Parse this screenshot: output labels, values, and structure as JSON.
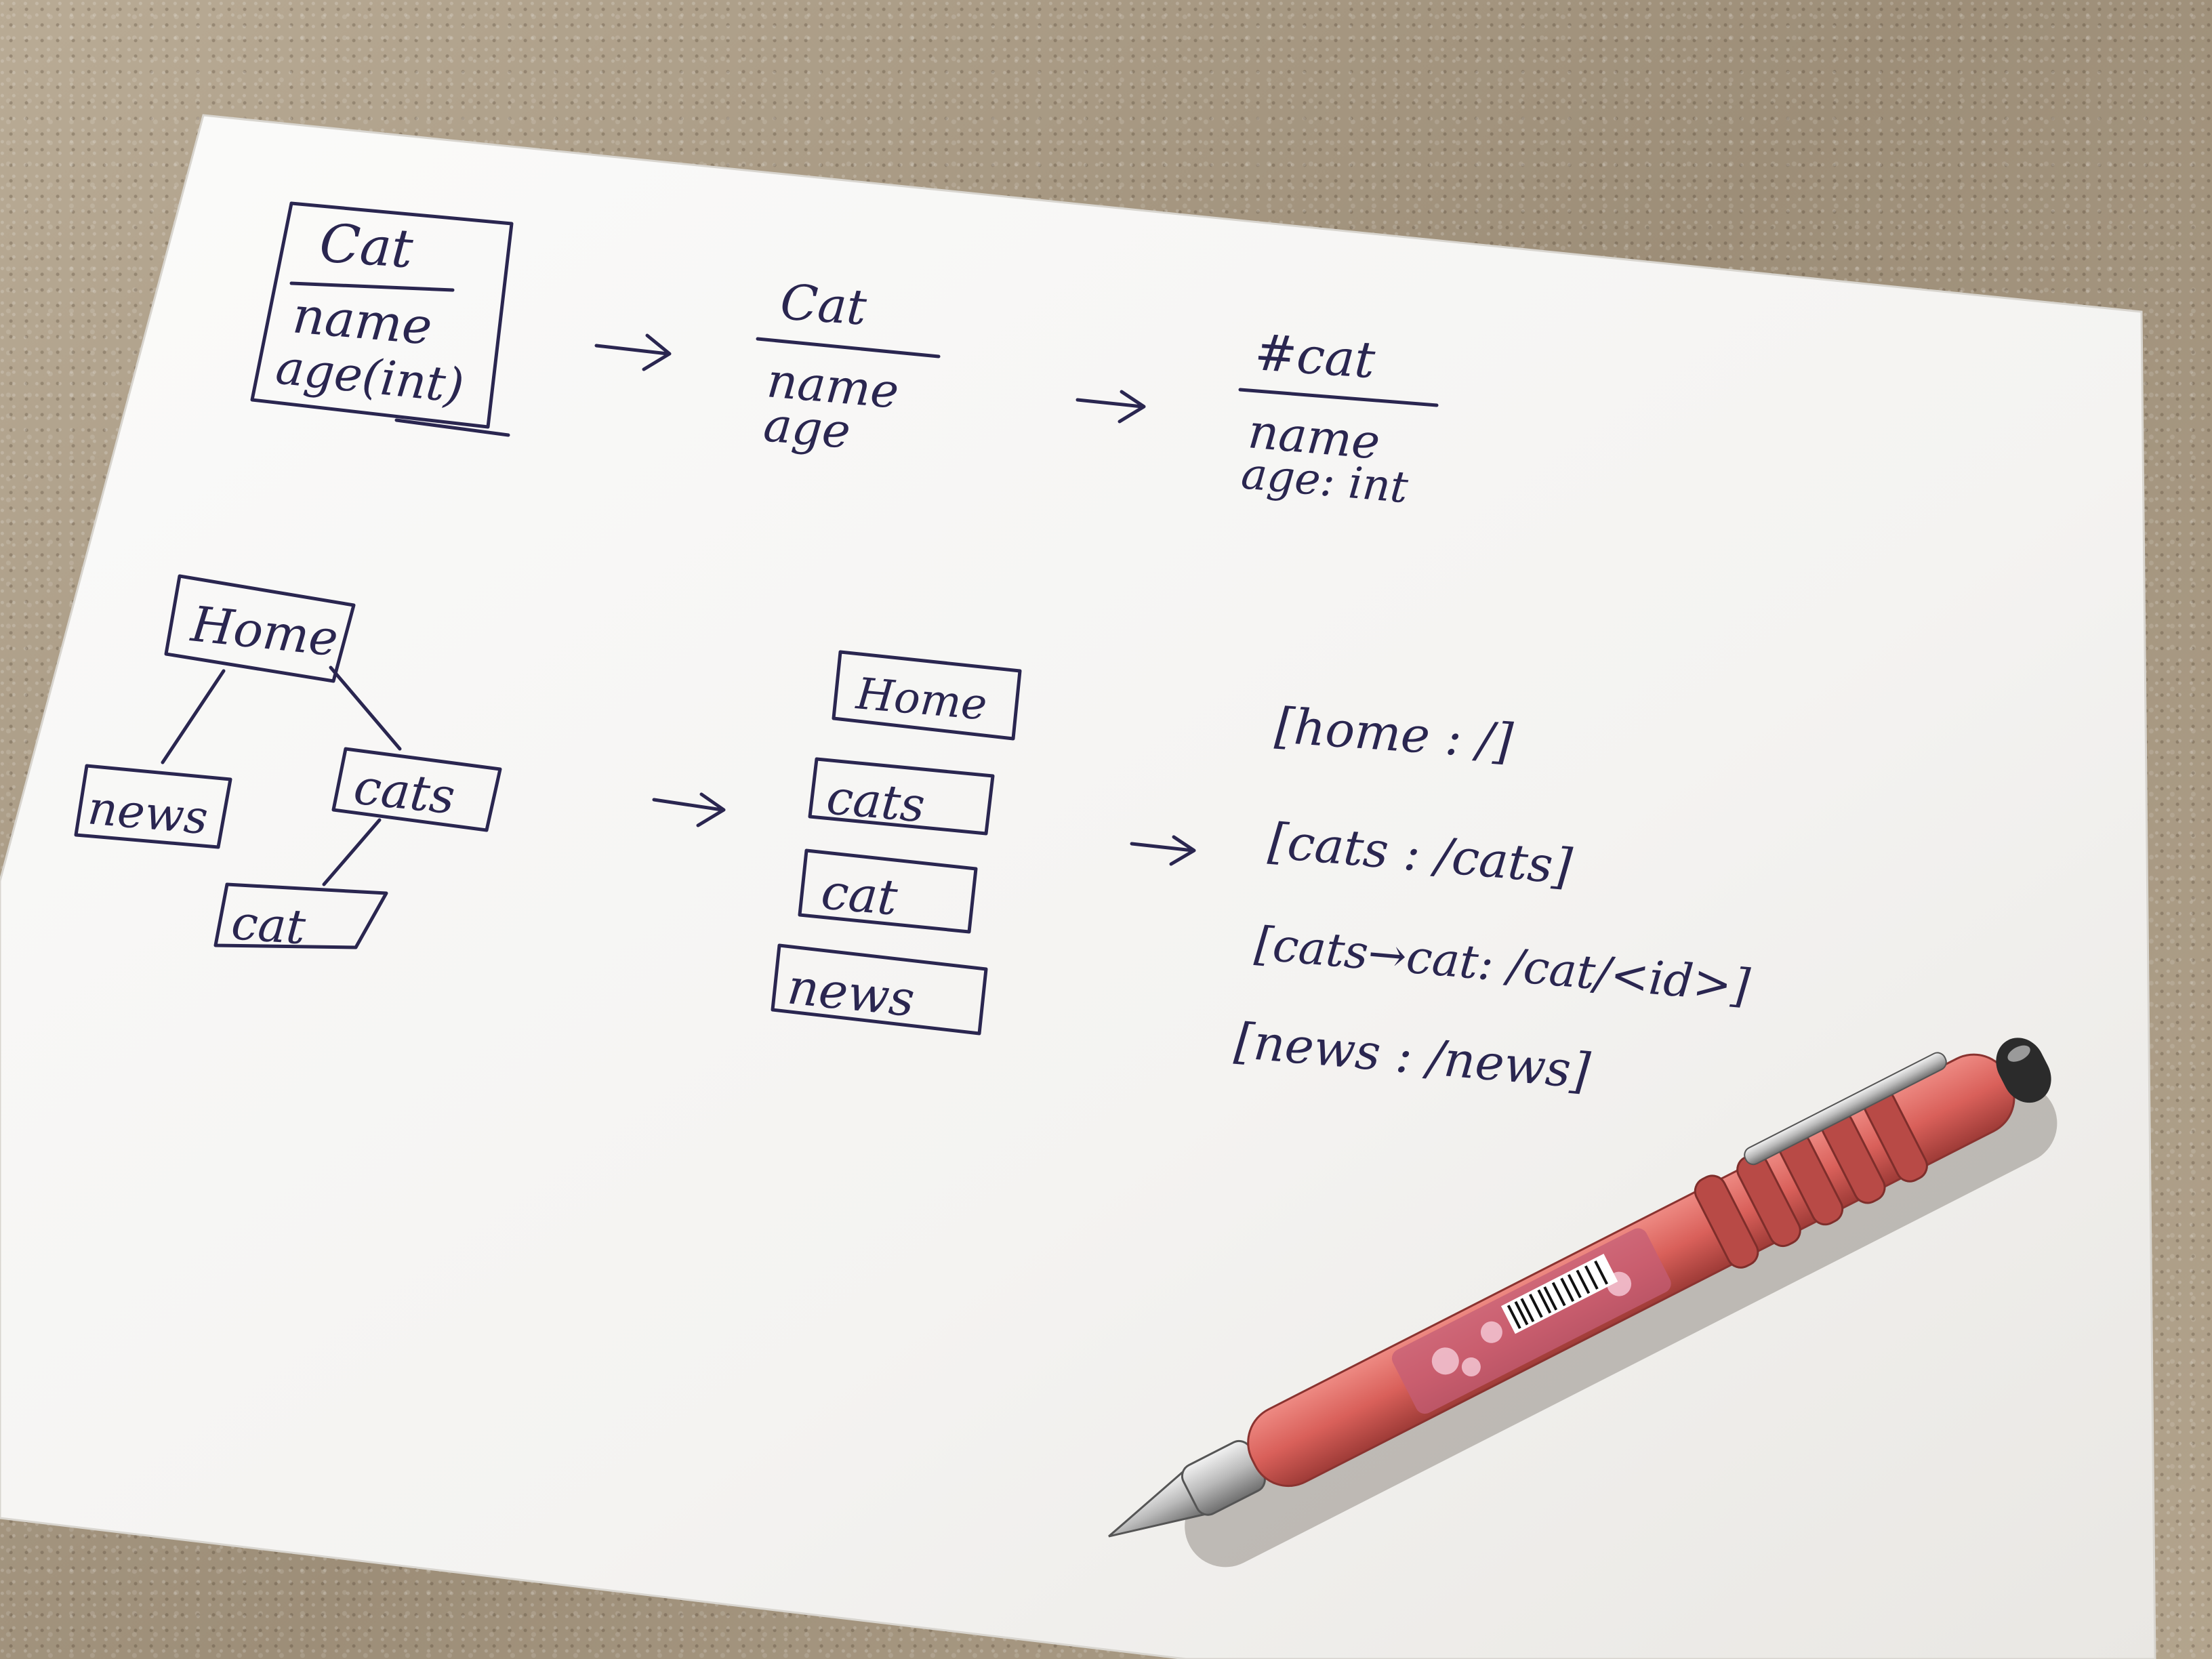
{
  "sketch": {
    "class_box": {
      "title": "Cat",
      "fields": [
        "name",
        "age(int)"
      ]
    },
    "class_plain": {
      "title": "Cat",
      "fields": [
        "name",
        "age"
      ]
    },
    "class_typed": {
      "title": "#cat",
      "fields": [
        "name",
        "age: int"
      ]
    },
    "tree": {
      "root": "Home",
      "left": "news",
      "right": "cats",
      "child": "cat"
    },
    "list": [
      "Home",
      "cats",
      "cat",
      "news"
    ],
    "routes": [
      "[home : /]",
      "[cats : /cats]",
      "[cats→cat: /cat/<id>]",
      "[news : /news]"
    ]
  },
  "pen": {
    "color": "#d9605a",
    "grip_color": "#b84a46",
    "tip_color": "#c8c8c8"
  },
  "colors": {
    "paper": "#f7f6f4",
    "ink": "#2a2650",
    "countertop": "#a99a84"
  }
}
